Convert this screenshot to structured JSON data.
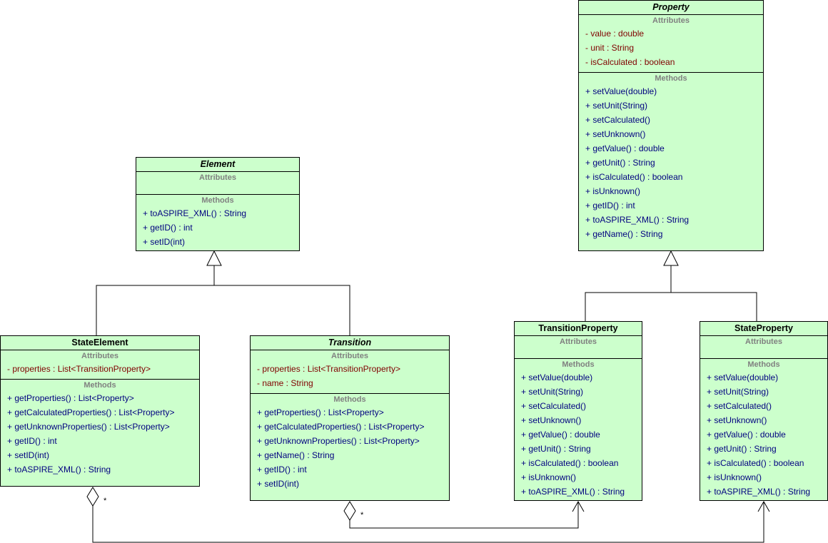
{
  "classes": {
    "element": {
      "name": "Element",
      "attributes_header": "Attributes",
      "attributes": [],
      "methods_header": "Methods",
      "methods": [
        "+ toASPIRE_XML() : String",
        "+ getID() : int",
        "+ setID(int)"
      ]
    },
    "property": {
      "name": "Property",
      "attributes_header": "Attributes",
      "attributes": [
        "- value : double",
        "- unit : String",
        "- isCalculated : boolean"
      ],
      "methods_header": "Methods",
      "methods": [
        "+ setValue(double)",
        "+ setUnit(String)",
        "+ setCalculated()",
        "+ setUnknown()",
        "+ getValue() : double",
        "+ getUnit() : String",
        "+ isCalculated() : boolean",
        "+ isUnknown()",
        "+ getID() : int",
        "+ toASPIRE_XML() : String",
        "+ getName() : String"
      ]
    },
    "state_element": {
      "name": "StateElement",
      "attributes_header": "Attributes",
      "attributes": [
        "- properties : List<TransitionProperty>"
      ],
      "methods_header": "Methods",
      "methods": [
        "+ getProperties() : List<Property>",
        "+ getCalculatedProperties() : List<Property>",
        "+ getUnknownProperties() : List<Property>",
        "+ getID() : int",
        "+ setID(int)",
        "+ toASPIRE_XML() : String"
      ]
    },
    "transition": {
      "name": "Transition",
      "attributes_header": "Attributes",
      "attributes": [
        "- properties : List<TransitionProperty>",
        "- name : String"
      ],
      "methods_header": "Methods",
      "methods": [
        "+ getProperties() : List<Property>",
        "+ getCalculatedProperties() : List<Property>",
        "+ getUnknownProperties() : List<Property>",
        "+ getName() : String",
        "+ getID() : int",
        "+ setID(int)"
      ]
    },
    "transition_property": {
      "name": "TransitionProperty",
      "attributes_header": "Attributes",
      "attributes": [],
      "methods_header": "Methods",
      "methods": [
        "+ setValue(double)",
        "+ setUnit(String)",
        "+ setCalculated()",
        "+ setUnknown()",
        "+ getValue() : double",
        "+ getUnit() : String",
        "+ isCalculated() : boolean",
        "+ isUnknown()",
        "+ toASPIRE_XML() : String"
      ]
    },
    "state_property": {
      "name": "StateProperty",
      "attributes_header": "Attributes",
      "attributes": [],
      "methods_header": "Methods",
      "methods": [
        "+ setValue(double)",
        "+ setUnit(String)",
        "+ setCalculated()",
        "+ setUnknown()",
        "+ getValue() : double",
        "+ getUnit() : String",
        "+ isCalculated() : boolean",
        "+ isUnknown()",
        "+ toASPIRE_XML() : String"
      ]
    }
  },
  "multiplicities": {
    "state_element_assoc": "*",
    "transition_assoc": "*"
  }
}
